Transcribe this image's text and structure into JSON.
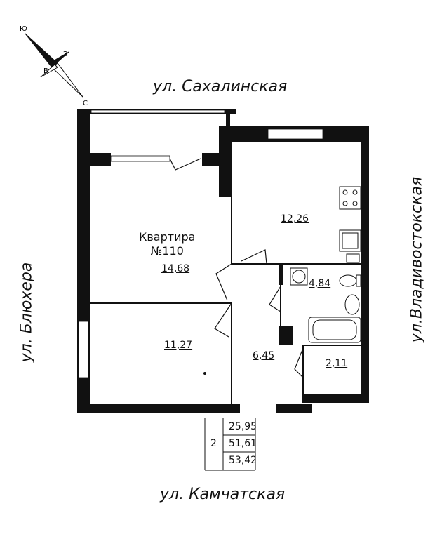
{
  "compass": {
    "n": "Ю",
    "e": "З",
    "w": "В",
    "s": "С"
  },
  "streets": {
    "top": "ул. Сахалинская",
    "bottom": "ул. Камчатская",
    "left": "ул. Блюхера",
    "right": "ул.Владивостокская"
  },
  "apartment": {
    "title": "Квартира",
    "number": "№110"
  },
  "rooms": {
    "room1_area": "14,68",
    "kitchen_area": "12,26",
    "bath_area": "4,84",
    "room2_area": "11,27",
    "hall_area": "6,45",
    "wc_area": "2,11"
  },
  "summary": {
    "rooms_count": "2",
    "living_area": "25,95",
    "total_area": "51,61",
    "total_with_balcony": "53,42"
  }
}
